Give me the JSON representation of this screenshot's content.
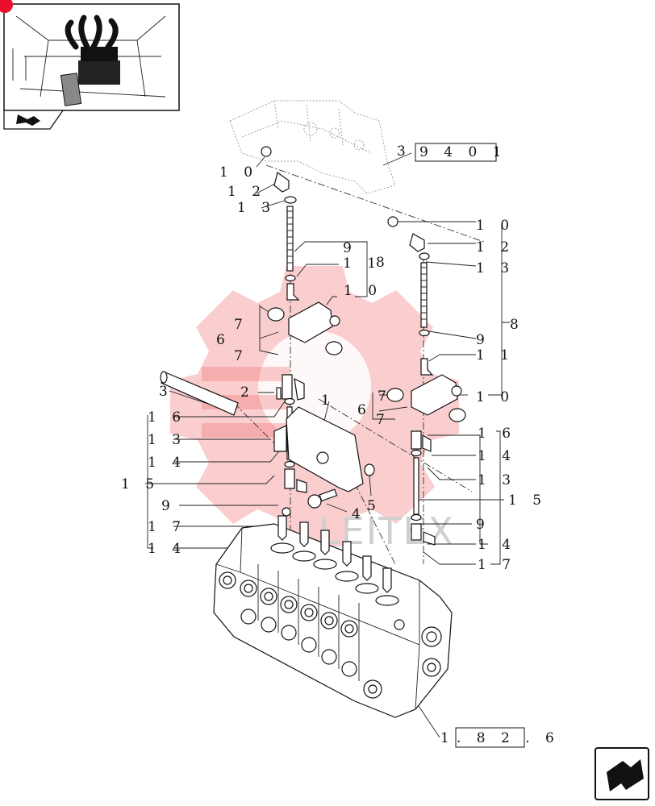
{
  "diagram": {
    "reference_boxes": {
      "top": "9 4  0 1",
      "top_prefix": "3",
      "bottom_prefix": "1",
      "bottom": ". 8 2 . 6"
    },
    "watermark_text": "LEITEX",
    "labels": [
      {
        "id": "l10a",
        "text": "1 0"
      },
      {
        "id": "l12a",
        "text": "1 2"
      },
      {
        "id": "l13a",
        "text": "1 3"
      },
      {
        "id": "l10b",
        "text": "1 0"
      },
      {
        "id": "l12b",
        "text": "1 2"
      },
      {
        "id": "l13b",
        "text": "1 3"
      },
      {
        "id": "l9a",
        "text": "9"
      },
      {
        "id": "l11a",
        "text": "1 1"
      },
      {
        "id": "l8a",
        "text": "8"
      },
      {
        "id": "l10c",
        "text": "1 0"
      },
      {
        "id": "l8b",
        "text": "8"
      },
      {
        "id": "l7a",
        "text": "7"
      },
      {
        "id": "l6a",
        "text": "6"
      },
      {
        "id": "l7b",
        "text": "7"
      },
      {
        "id": "l9b",
        "text": "9"
      },
      {
        "id": "l11b",
        "text": "1 1"
      },
      {
        "id": "l3",
        "text": "3"
      },
      {
        "id": "l2",
        "text": "2"
      },
      {
        "id": "l1",
        "text": "1"
      },
      {
        "id": "l7c",
        "text": "7"
      },
      {
        "id": "l6b",
        "text": "6"
      },
      {
        "id": "l7d",
        "text": "7"
      },
      {
        "id": "l10d",
        "text": "1 0"
      },
      {
        "id": "l16a",
        "text": "1 6"
      },
      {
        "id": "l13c",
        "text": "1 3"
      },
      {
        "id": "l14a",
        "text": "1 4"
      },
      {
        "id": "l15a",
        "text": "1 5"
      },
      {
        "id": "l16b",
        "text": "1 6"
      },
      {
        "id": "l14b",
        "text": "1 4"
      },
      {
        "id": "l13d",
        "text": "1 3"
      },
      {
        "id": "l9c",
        "text": "9"
      },
      {
        "id": "l4",
        "text": "4"
      },
      {
        "id": "l5",
        "text": "5"
      },
      {
        "id": "l15b",
        "text": "1 5"
      },
      {
        "id": "l17a",
        "text": "1 7"
      },
      {
        "id": "l14c",
        "text": "1 4"
      },
      {
        "id": "l9d",
        "text": "9"
      },
      {
        "id": "l14d",
        "text": "1 4"
      },
      {
        "id": "l17b",
        "text": "1 7"
      }
    ]
  }
}
